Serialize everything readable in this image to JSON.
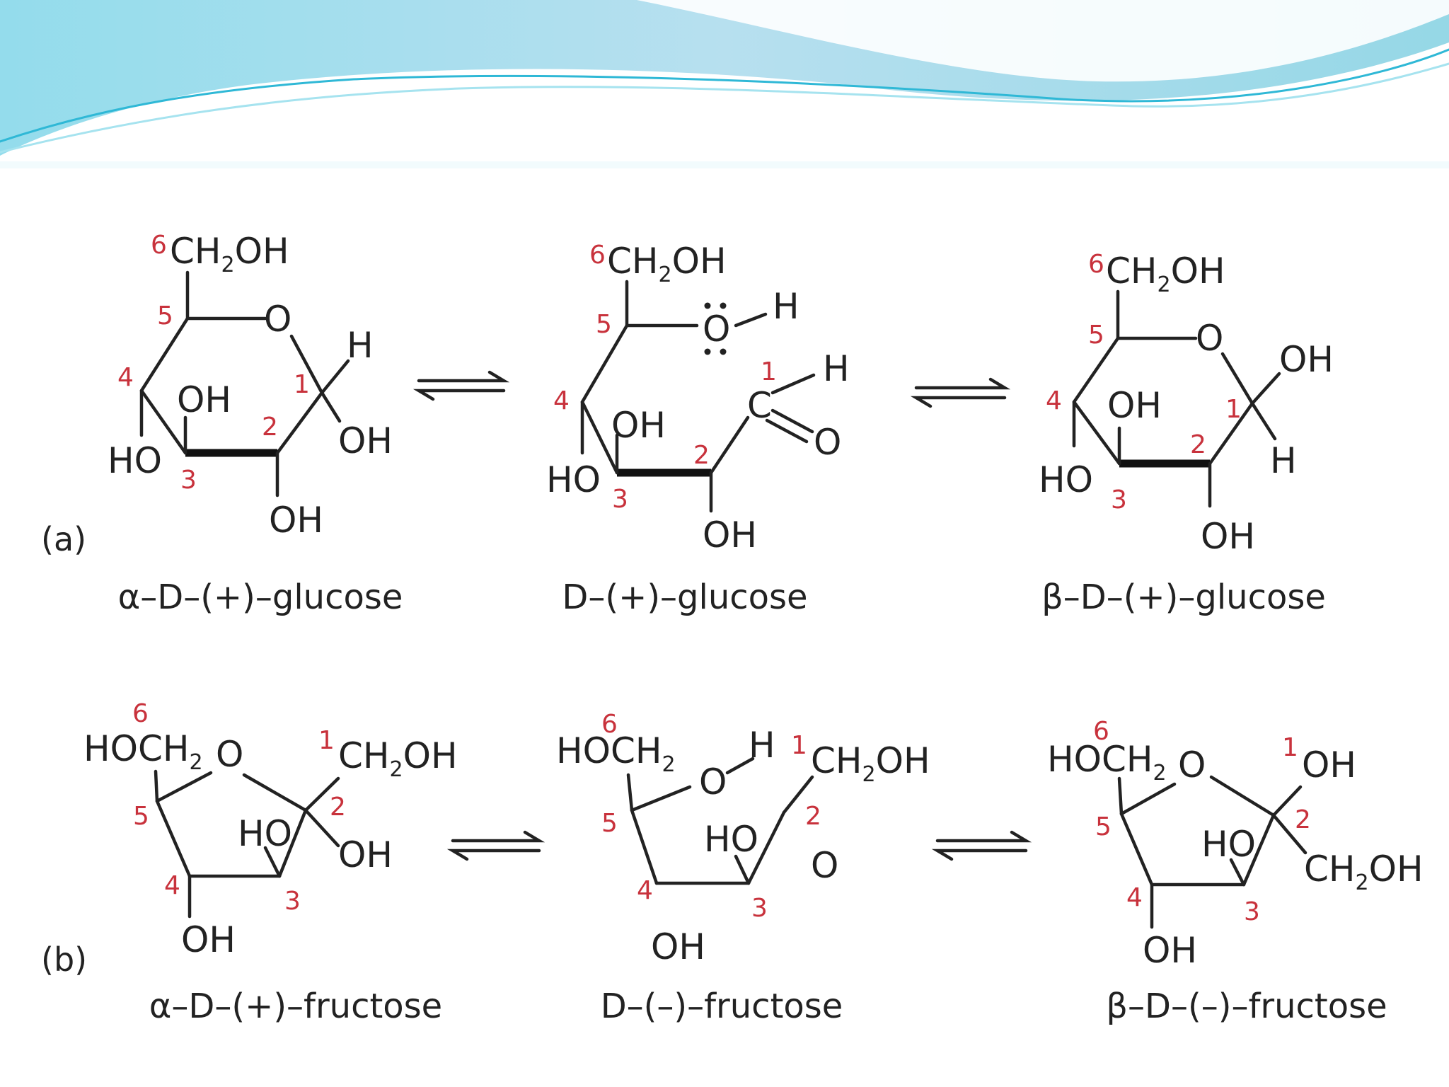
{
  "panels": [
    {
      "label": "(a)"
    },
    {
      "label": "(b)"
    }
  ],
  "glucose": {
    "alpha": {
      "name": "α–D–(+)–glucose",
      "ch2oh": "CH",
      "ch2oh_sub": "2",
      "ch2oh_tail": "OH",
      "ring_o": "O",
      "h1": "H",
      "oh1": "OH",
      "oh2": "OH",
      "oh3": "OH",
      "ho4": "HO",
      "n1": "1",
      "n2": "2",
      "n3": "3",
      "n4": "4",
      "n5": "5",
      "n6": "6"
    },
    "open": {
      "name": "D–(+)–glucose",
      "ch2oh": "CH",
      "ch2oh_sub": "2",
      "ch2oh_tail": "OH",
      "o5": "O",
      "h5": "H",
      "c1": "C",
      "h1": "H",
      "o1": "O",
      "oh3": "OH",
      "oh2": "OH",
      "ho4": "HO",
      "n1": "1",
      "n2": "2",
      "n3": "3",
      "n4": "4",
      "n5": "5",
      "n6": "6"
    },
    "beta": {
      "name": "β–D–(+)–glucose",
      "ch2oh": "CH",
      "ch2oh_sub": "2",
      "ch2oh_tail": "OH",
      "ring_o": "O",
      "oh1": "OH",
      "h1": "H",
      "oh3": "OH",
      "oh2": "OH",
      "ho4": "HO",
      "n1": "1",
      "n2": "2",
      "n3": "3",
      "n4": "4",
      "n5": "5",
      "n6": "6"
    }
  },
  "fructose": {
    "alpha": {
      "name": "α–D–(+)–fructose",
      "hoch2": "HOCH",
      "hoch2_sub": "2",
      "ring_o": "O",
      "ch2oh": "CH",
      "ch2oh_sub": "2",
      "ch2oh_tail": "OH",
      "ho3": "HO",
      "oh2": "OH",
      "oh4": "OH",
      "n1": "1",
      "n2": "2",
      "n3": "3",
      "n4": "4",
      "n5": "5",
      "n6": "6"
    },
    "open": {
      "name": "D–(–)–fructose",
      "hoch2": "HOCH",
      "hoch2_sub": "2",
      "o5": "O",
      "h5": "H",
      "ch2oh": "CH",
      "ch2oh_sub": "2",
      "ch2oh_tail": "OH",
      "ho3": "HO",
      "o2": "O",
      "oh4": "OH",
      "n1": "1",
      "n2": "2",
      "n3": "3",
      "n4": "4",
      "n5": "5",
      "n6": "6"
    },
    "beta": {
      "name": "β–D–(–)–fructose",
      "hoch2": "HOCH",
      "hoch2_sub": "2",
      "ring_o": "O",
      "oh1": "OH",
      "ch2oh": "CH",
      "ch2oh_sub": "2",
      "ch2oh_tail": "OH",
      "ho3": "HO",
      "oh4": "OH",
      "n1": "1",
      "n2": "2",
      "n3": "3",
      "n4": "4",
      "n5": "5",
      "n6": "6"
    }
  },
  "colors": {
    "bond": "#222222",
    "carbon_number": "#c8323c",
    "wave_dark": "#2fb8d6",
    "wave_light": "#a6e3ef"
  }
}
